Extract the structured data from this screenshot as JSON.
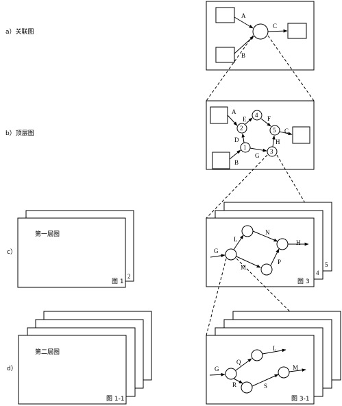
{
  "rows": {
    "a": "a）关联图",
    "b": "b）顶层图",
    "c": "c）",
    "d": "d）"
  },
  "context": {
    "flow_a": "A",
    "flow_b": "B",
    "flow_c": "C"
  },
  "top": {
    "flows": {
      "A": "A",
      "B": "B",
      "C": "C",
      "D": "D",
      "E": "E",
      "F": "F",
      "G": "G",
      "H": "H"
    },
    "processes": [
      "1",
      "2",
      "3",
      "4",
      "5"
    ]
  },
  "level1": {
    "left_title": "第一层图",
    "left_caption": "图 1",
    "left_back_num": "2",
    "flows": {
      "G": "G",
      "L": "L",
      "M": "M",
      "N": "N",
      "P": "P",
      "H": "H"
    },
    "right_caption": "图 3",
    "right_back_nums": [
      "4",
      "5"
    ]
  },
  "level2": {
    "left_title": "第二层图",
    "left_caption": "图 1-1",
    "flows": {
      "G": "G",
      "Q": "Q",
      "R": "R",
      "L": "L",
      "S": "S",
      "M": "M"
    },
    "right_caption": "图 3-1"
  }
}
